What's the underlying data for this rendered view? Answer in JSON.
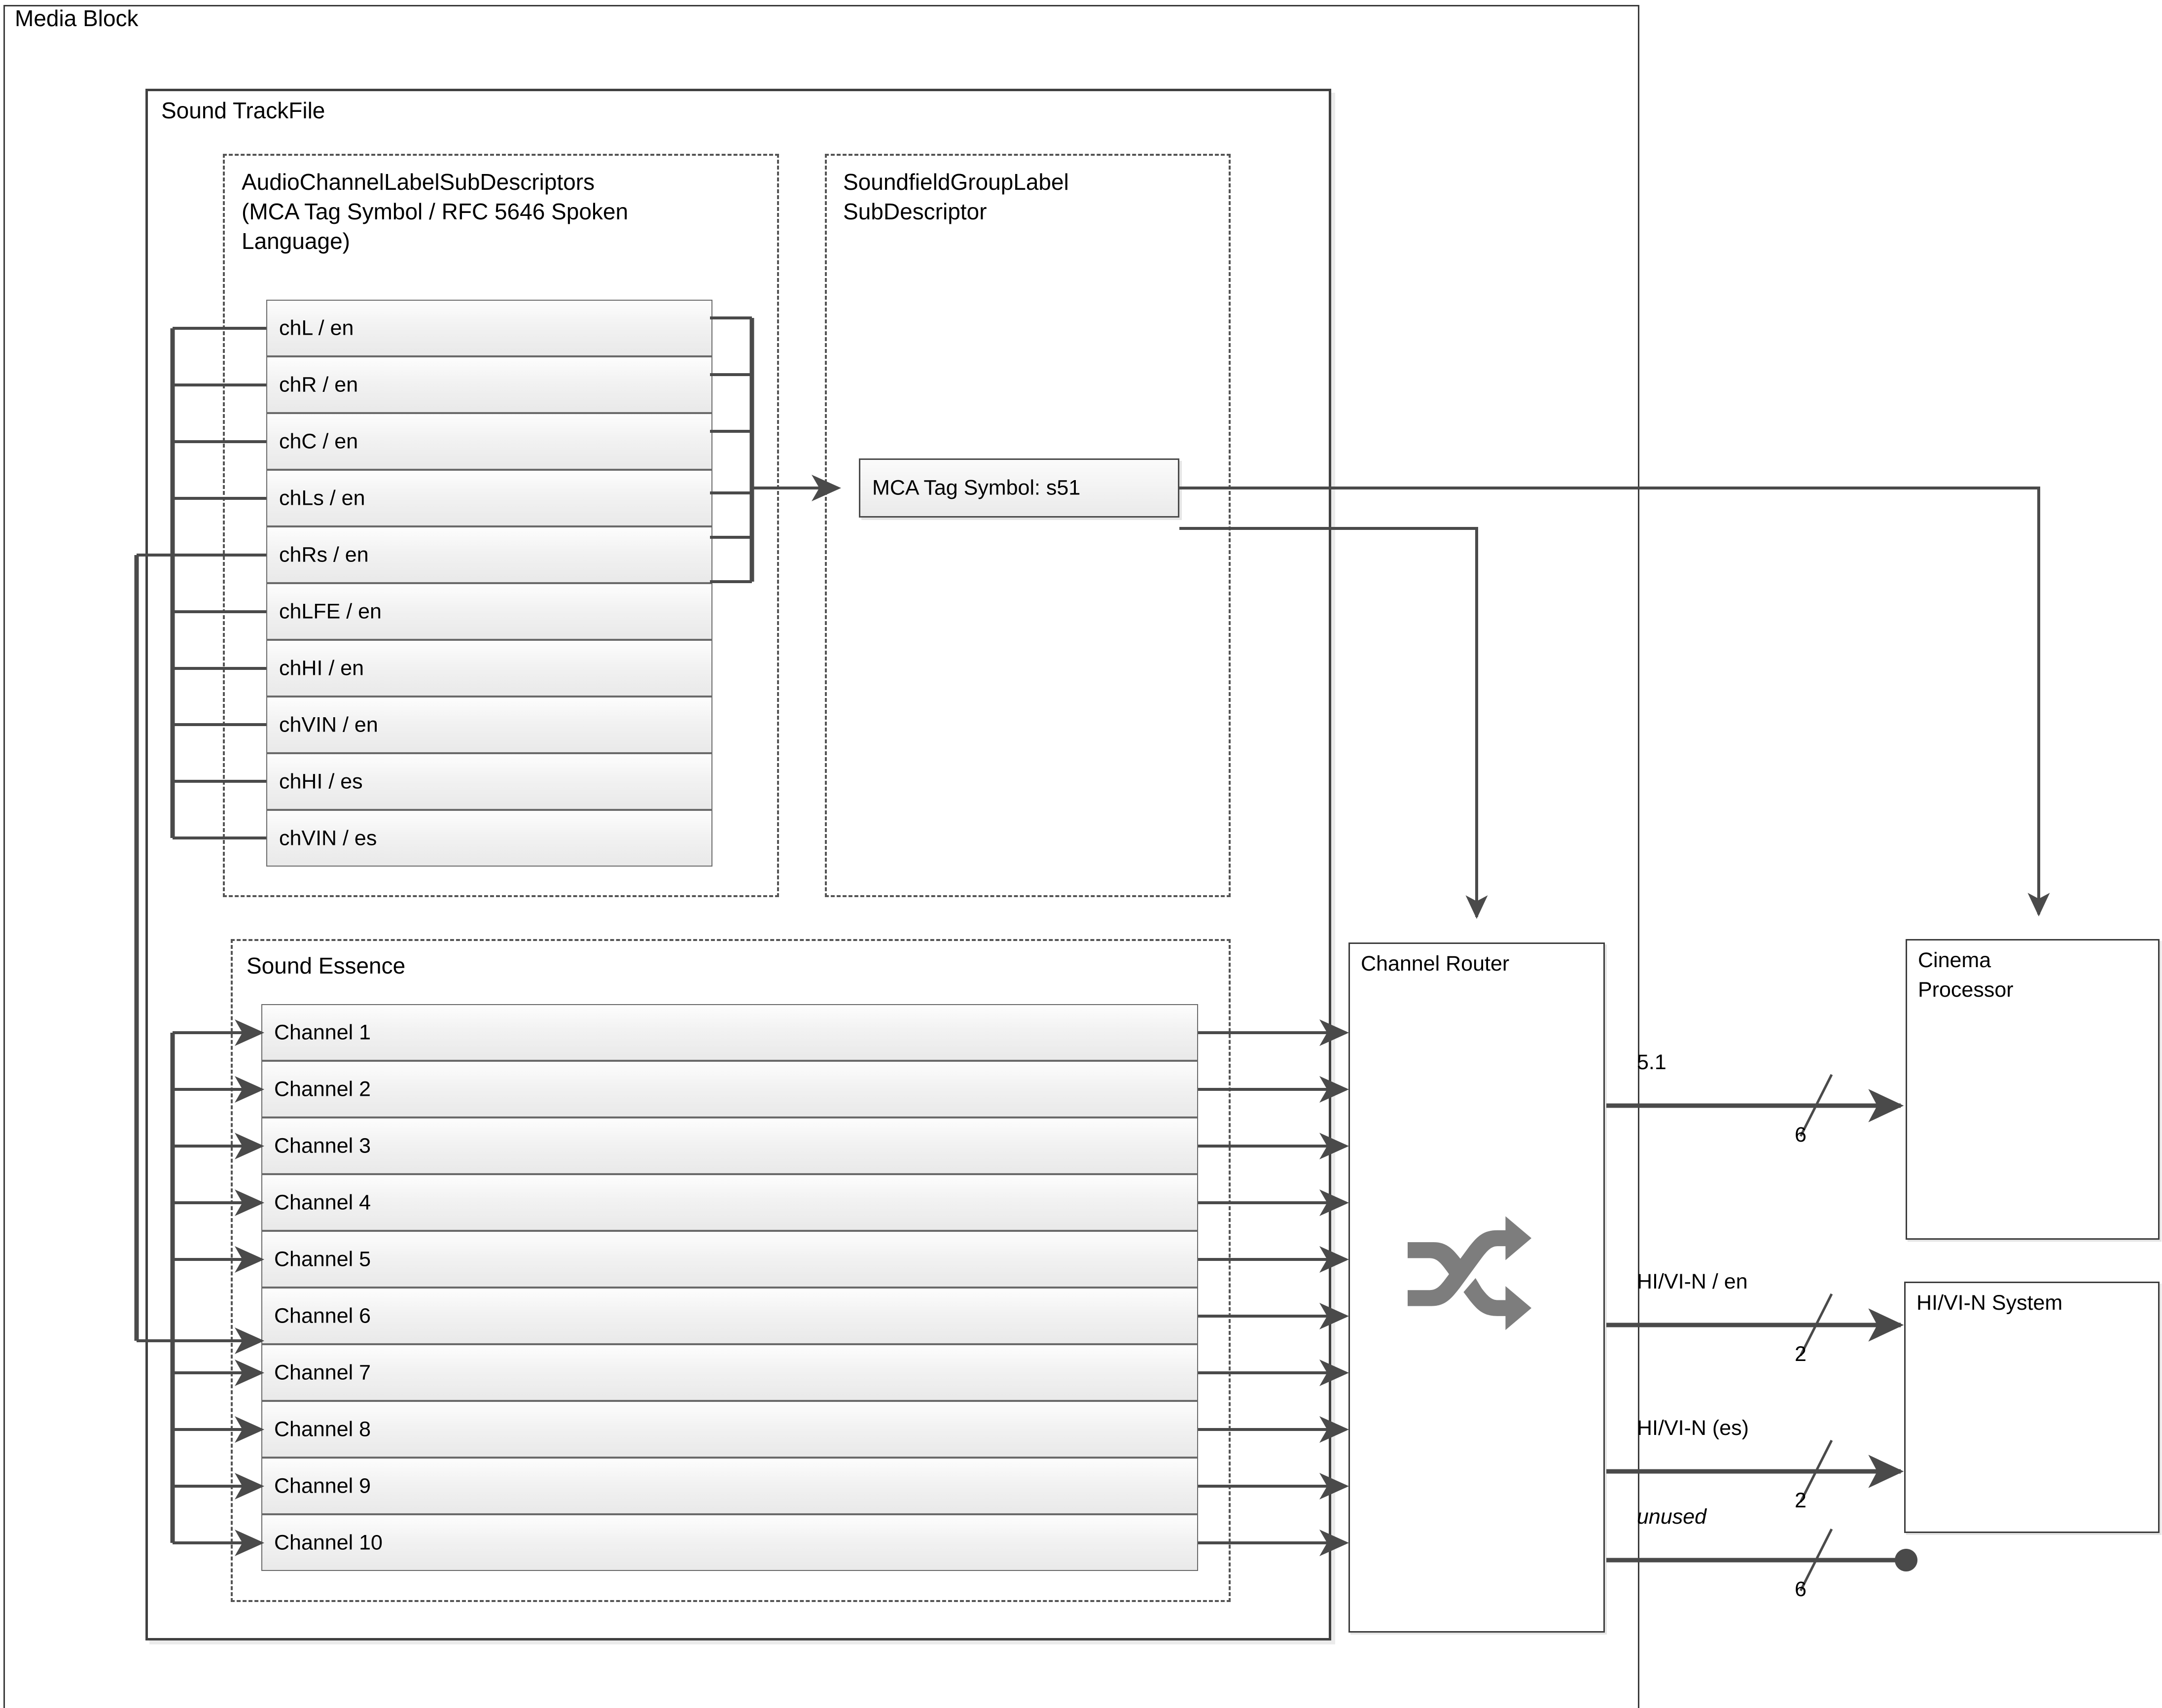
{
  "diagram": {
    "media_block": {
      "title": "Media Block"
    },
    "sound_trackfile": {
      "title": "Sound TrackFile"
    },
    "acl_subdescriptors": {
      "title_line1": "AudioChannelLabelSubDescriptors",
      "title_line2": "(MCA Tag Symbol / RFC 5646 Spoken",
      "title_line3": "Language)",
      "rows": [
        {
          "label": "chL / en"
        },
        {
          "label": "chR / en"
        },
        {
          "label": "chC / en"
        },
        {
          "label": "chLs / en"
        },
        {
          "label": "chRs / en"
        },
        {
          "label": "chLFE / en"
        },
        {
          "label": "chHI / en"
        },
        {
          "label": "chVIN / en"
        },
        {
          "label": "chHI / es"
        },
        {
          "label": "chVIN / es"
        }
      ]
    },
    "sfg_subdescriptor": {
      "title_line1": "SoundfieldGroupLabel",
      "title_line2": "SubDescriptor",
      "mca_tag": "MCA Tag Symbol: s51"
    },
    "sound_essence": {
      "title": "Sound Essence",
      "rows": [
        {
          "label": "Channel 1"
        },
        {
          "label": "Channel 2"
        },
        {
          "label": "Channel 3"
        },
        {
          "label": "Channel 4"
        },
        {
          "label": "Channel 5"
        },
        {
          "label": "Channel 6"
        },
        {
          "label": "Channel 7"
        },
        {
          "label": "Channel 8"
        },
        {
          "label": "Channel 9"
        },
        {
          "label": "Channel 10"
        }
      ]
    },
    "channel_router": {
      "title": "Channel Router",
      "icon": "shuffle-icon"
    },
    "outputs": [
      {
        "label": "5.1",
        "count": "6",
        "italic": false,
        "terminated": false
      },
      {
        "label": "HI/VI-N / en",
        "count": "2",
        "italic": false,
        "terminated": false
      },
      {
        "label": "HI/VI-N (es)",
        "count": "2",
        "italic": false,
        "terminated": false
      },
      {
        "label": "unused",
        "count": "6",
        "italic": true,
        "terminated": true
      }
    ],
    "sinks": [
      {
        "title_line1": "Cinema",
        "title_line2": "Processor"
      },
      {
        "title_line1": "HI/VI-N System",
        "title_line2": ""
      }
    ],
    "colors": {
      "line": "#4a4a4a",
      "box_border": "#3c3c3c",
      "row_border": "#6a6a6a",
      "icon_gray": "#7d7d7d",
      "text": "#000000"
    }
  }
}
